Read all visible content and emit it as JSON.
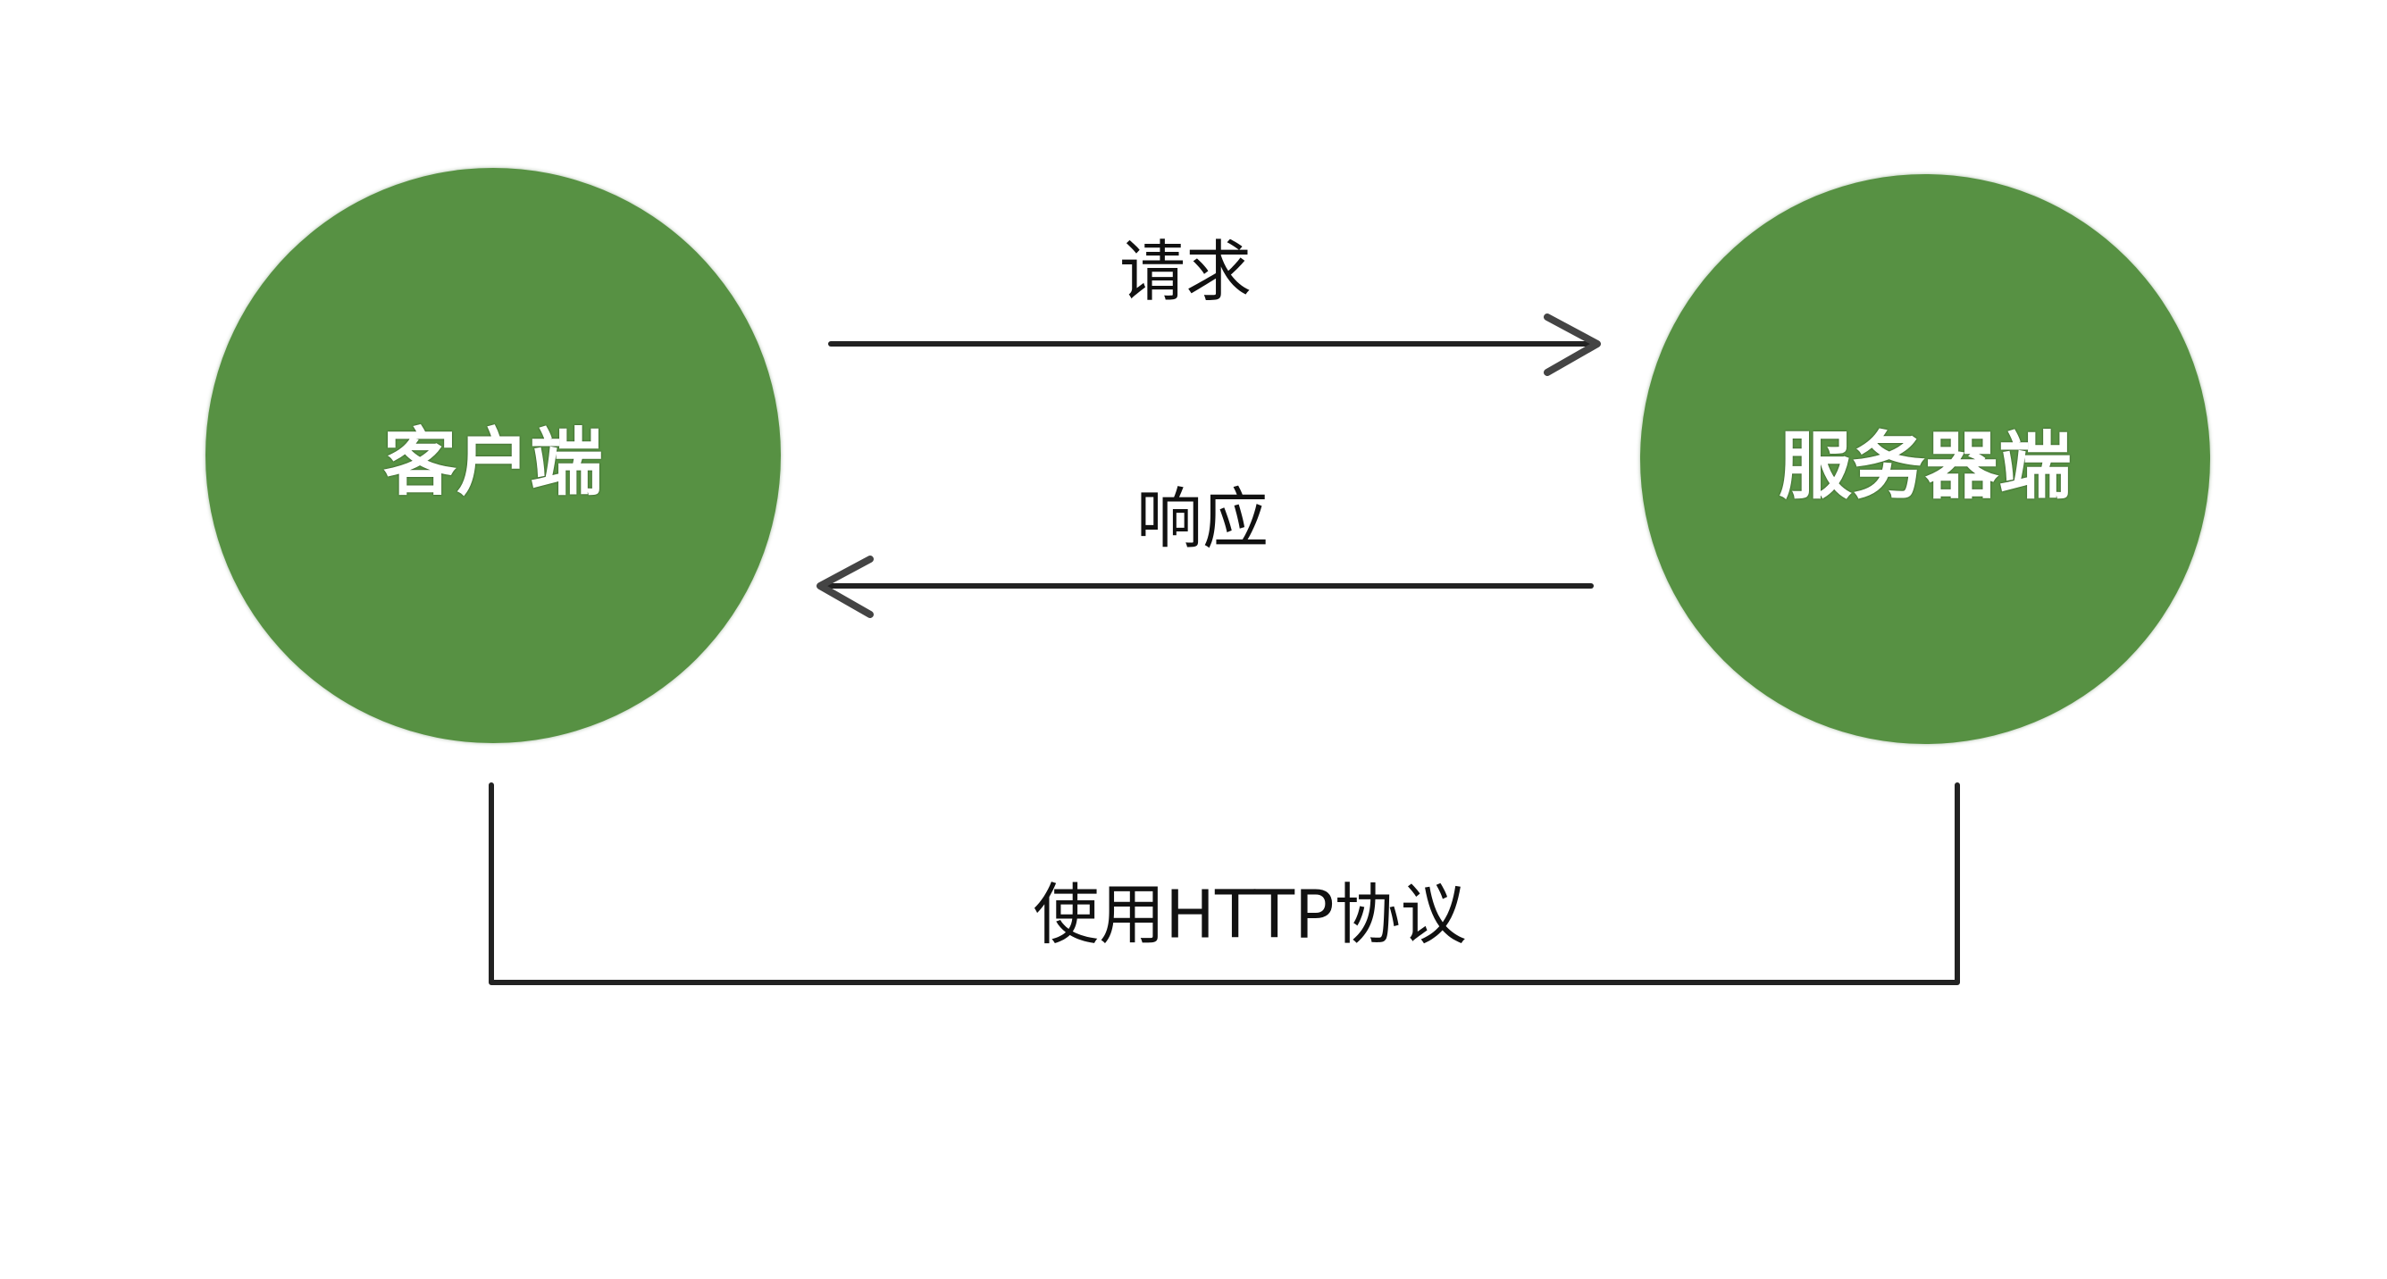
{
  "nodes": {
    "client": "客户端",
    "server": "服务器端"
  },
  "edges": {
    "request": "请求",
    "response": "响应"
  },
  "protocol_label": "使用HTTP协议",
  "colors": {
    "node_fill": "#579143",
    "line": "#222222"
  }
}
